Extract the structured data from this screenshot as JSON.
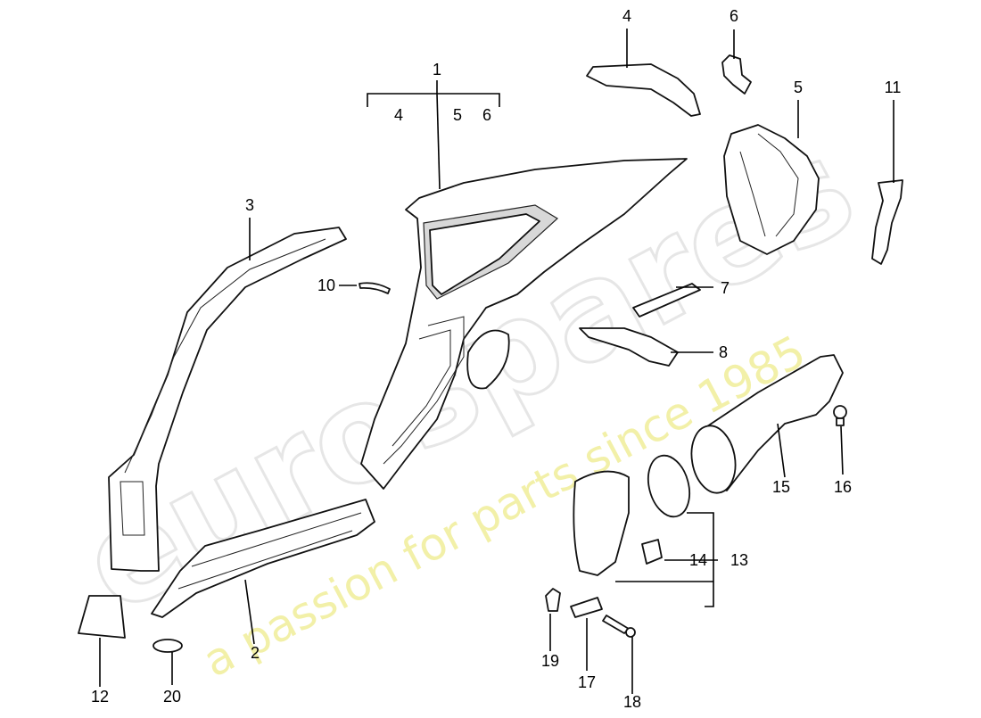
{
  "watermark": {
    "brand": "eurospares",
    "slogan": "a passion for parts since 1985",
    "brand_color": "#e6e6e6",
    "slogan_color": "#f2f0a8"
  },
  "callouts": {
    "c1": "1",
    "c2": "2",
    "c3": "3",
    "c4": "4",
    "c5": "5",
    "c6": "6",
    "c7": "7",
    "c8": "8",
    "c9": "10",
    "c10": "11",
    "c11": "12",
    "c12": "13",
    "c13": "14",
    "c14": "15",
    "c15": "16",
    "c16": "17",
    "c17": "18",
    "c18": "19",
    "c19": "20",
    "sub4": "4",
    "sub5": "5",
    "sub6": "6"
  }
}
